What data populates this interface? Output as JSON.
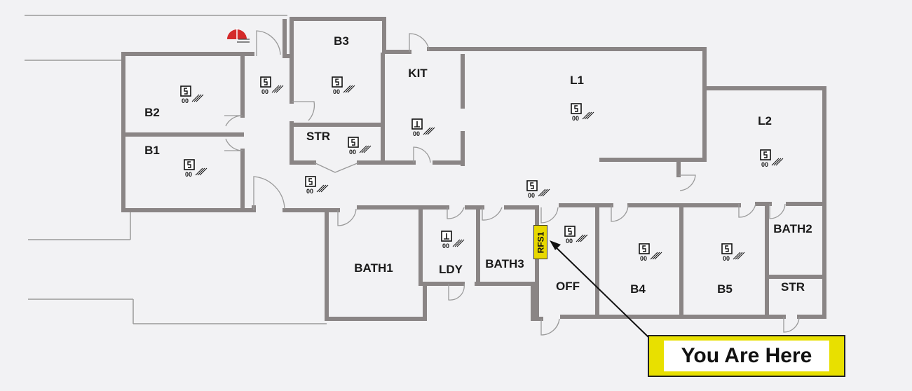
{
  "rooms": {
    "b3": "B3",
    "kit": "KIT",
    "l1": "L1",
    "b2": "B2",
    "b1": "B1",
    "str_north": "STR",
    "l2": "L2",
    "bath1": "BATH1",
    "ldy": "LDY",
    "bath3": "BATH3",
    "off": "OFF",
    "b4": "B4",
    "b5": "B5",
    "bath2": "BATH2",
    "str_south": "STR"
  },
  "detector_number": "00",
  "current_location": {
    "marker_id": "RFS1",
    "callout": "You Are Here",
    "callout_color": "#e8e000"
  },
  "colors": {
    "walls": "#8a8585",
    "fire_alarm": "#d42a2a"
  },
  "icons": [
    "smoke-detector-icon",
    "heat-detector-icon",
    "fire-alarm-bell-icon"
  ]
}
